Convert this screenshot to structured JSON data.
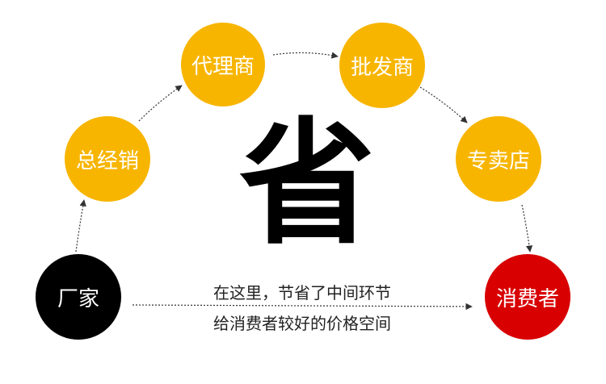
{
  "colors": {
    "yellow": "#f7b500",
    "black": "#000000",
    "red": "#d80000",
    "arrow": "#333333"
  },
  "nodes": {
    "manufacturer": "厂家",
    "distributor": "总经销",
    "agent": "代理商",
    "wholesaler": "批发商",
    "retailer": "专卖店",
    "consumer": "消费者"
  },
  "center_char": "省",
  "caption": {
    "line1": "在这里，节省了中间环节",
    "line2": "给消费者较好的价格空间"
  }
}
